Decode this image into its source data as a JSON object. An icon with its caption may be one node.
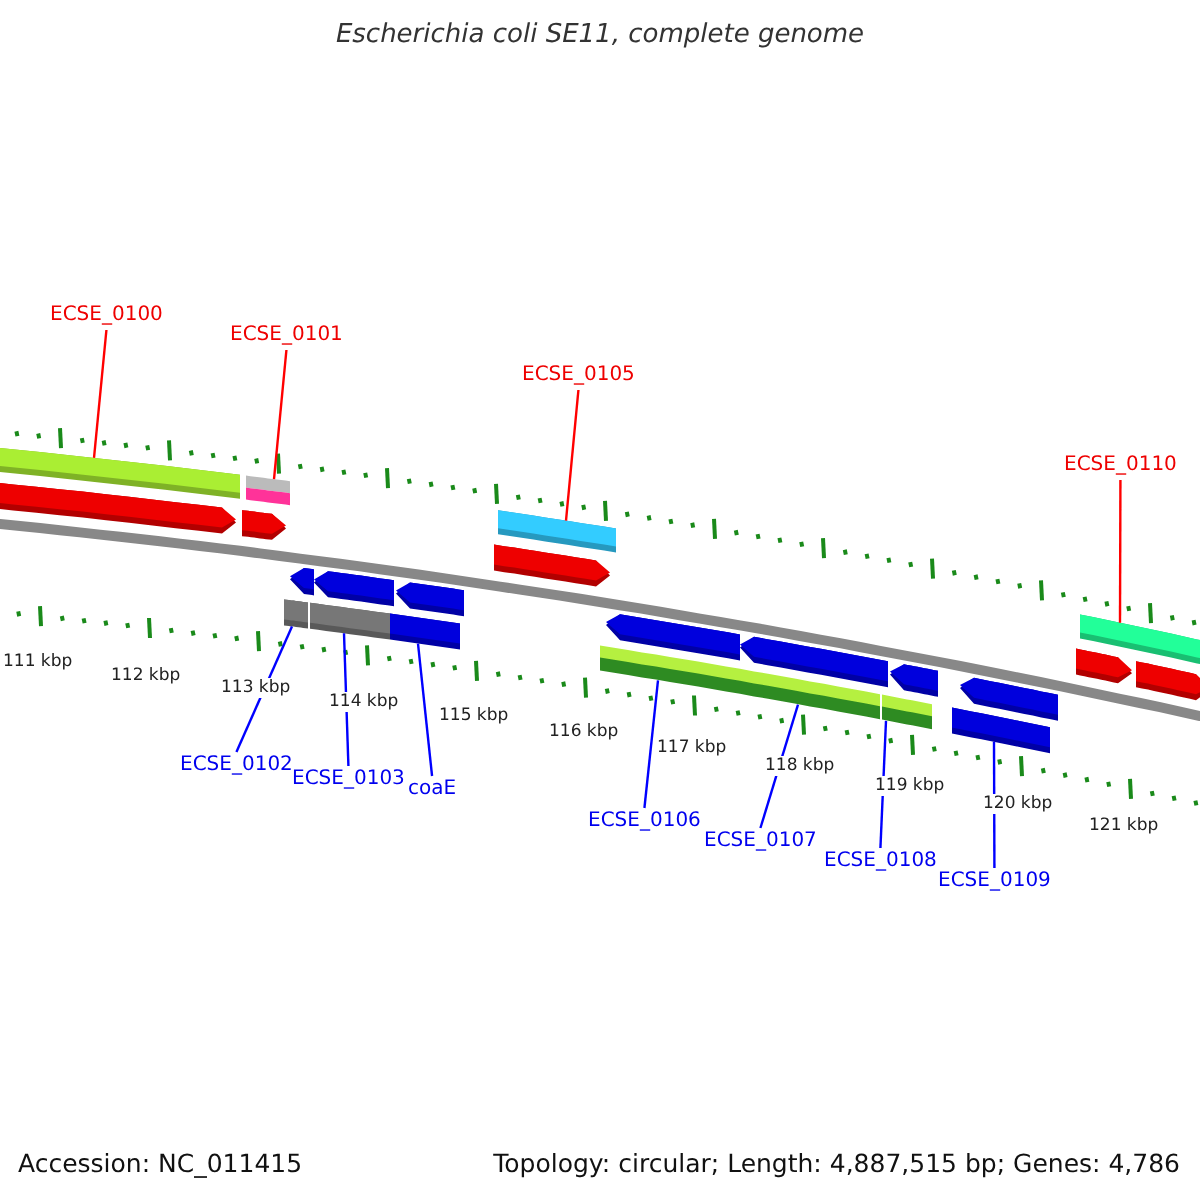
{
  "diagram": {
    "title": "Escherichia coli SE11, complete genome",
    "nodes": [
      {
        "text": [
          "ECSE_0100"
        ]
      },
      {
        "text": [
          "ECSE_0101"
        ]
      },
      {
        "text": [
          "ECSE_0105"
        ]
      },
      {
        "text": [
          "ECSE_0110"
        ]
      },
      {
        "text": [
          "ECSE_0102"
        ]
      },
      {
        "text": [
          "ECSE_0103"
        ]
      },
      {
        "text": [
          "coaE"
        ]
      },
      {
        "text": [
          "ECSE_0106"
        ]
      },
      {
        "text": [
          "ECSE_0107"
        ]
      },
      {
        "text": [
          "ECSE_0108"
        ]
      },
      {
        "text": [
          "ECSE_0109"
        ]
      },
      {
        "text": [],
        "shape": "bar"
      },
      {
        "text": [],
        "shape": "bar"
      },
      {
        "text": [],
        "shape": "bar"
      },
      {
        "text": [],
        "shape": "bar"
      },
      {
        "text": [],
        "shape": "bar"
      },
      {
        "text": [],
        "shape": "bar"
      },
      {
        "text": [],
        "shape": "bar"
      },
      {
        "text": [],
        "shape": "bar"
      },
      {
        "text": [],
        "shape": "bar"
      },
      {
        "text": [],
        "shape": "bar"
      },
      {
        "text": [],
        "shape": "bar"
      },
      {
        "text": [],
        "shape": "bar"
      },
      {
        "text": [],
        "shape": "bar"
      },
      {
        "text": [],
        "shape": "bar"
      },
      {
        "text": [],
        "shape": "bar"
      },
      {
        "text": [],
        "shape": "bar"
      },
      {
        "text": [],
        "shape": "bar"
      },
      {
        "text": [],
        "shape": "bar"
      },
      {
        "text": [],
        "shape": "bar"
      },
      {
        "text": [],
        "shape": "bar"
      },
      {
        "text": [],
        "shape": "bar"
      },
      {
        "text": [],
        "shape": "bar"
      },
      {
        "text": [],
        "shape": "bar"
      }
    ],
    "edges": [
      {
        "from": 0,
        "to": 11,
        "arrow": "none",
        "color": "#ff0000"
      },
      {
        "from": 1,
        "to": 12,
        "arrow": "none",
        "color": "#ff0000"
      },
      {
        "from": 2,
        "to": 13,
        "arrow": "none",
        "color": "#ff0000"
      },
      {
        "from": 3,
        "to": 14,
        "arrow": "none",
        "color": "#ff0000"
      },
      {
        "from": 4,
        "to": 15,
        "arrow": "none"
      },
      {
        "from": 5,
        "to": 16,
        "arrow": "none"
      },
      {
        "from": 6,
        "to": 17,
        "arrow": "none"
      },
      {
        "from": 7,
        "to": 18,
        "arrow": "none"
      },
      {
        "from": 8,
        "to": 19,
        "arrow": "none"
      },
      {
        "from": 9,
        "to": 20,
        "arrow": "none"
      },
      {
        "from": 10,
        "to": 21,
        "arrow": "none"
      }
    ],
    "labels": [
      "111 kbp",
      "112 kbp",
      "113 kbp",
      "114 kbp",
      "115 kbp",
      "116 kbp",
      "117 kbp",
      "118 kbp",
      "119 kbp",
      "120 kbp",
      "121 kbp",
      "Accession: NC_011415",
      "Topology: circular; Length: 4,887,515 bp; Genes: 4,786"
    ]
  }
}
